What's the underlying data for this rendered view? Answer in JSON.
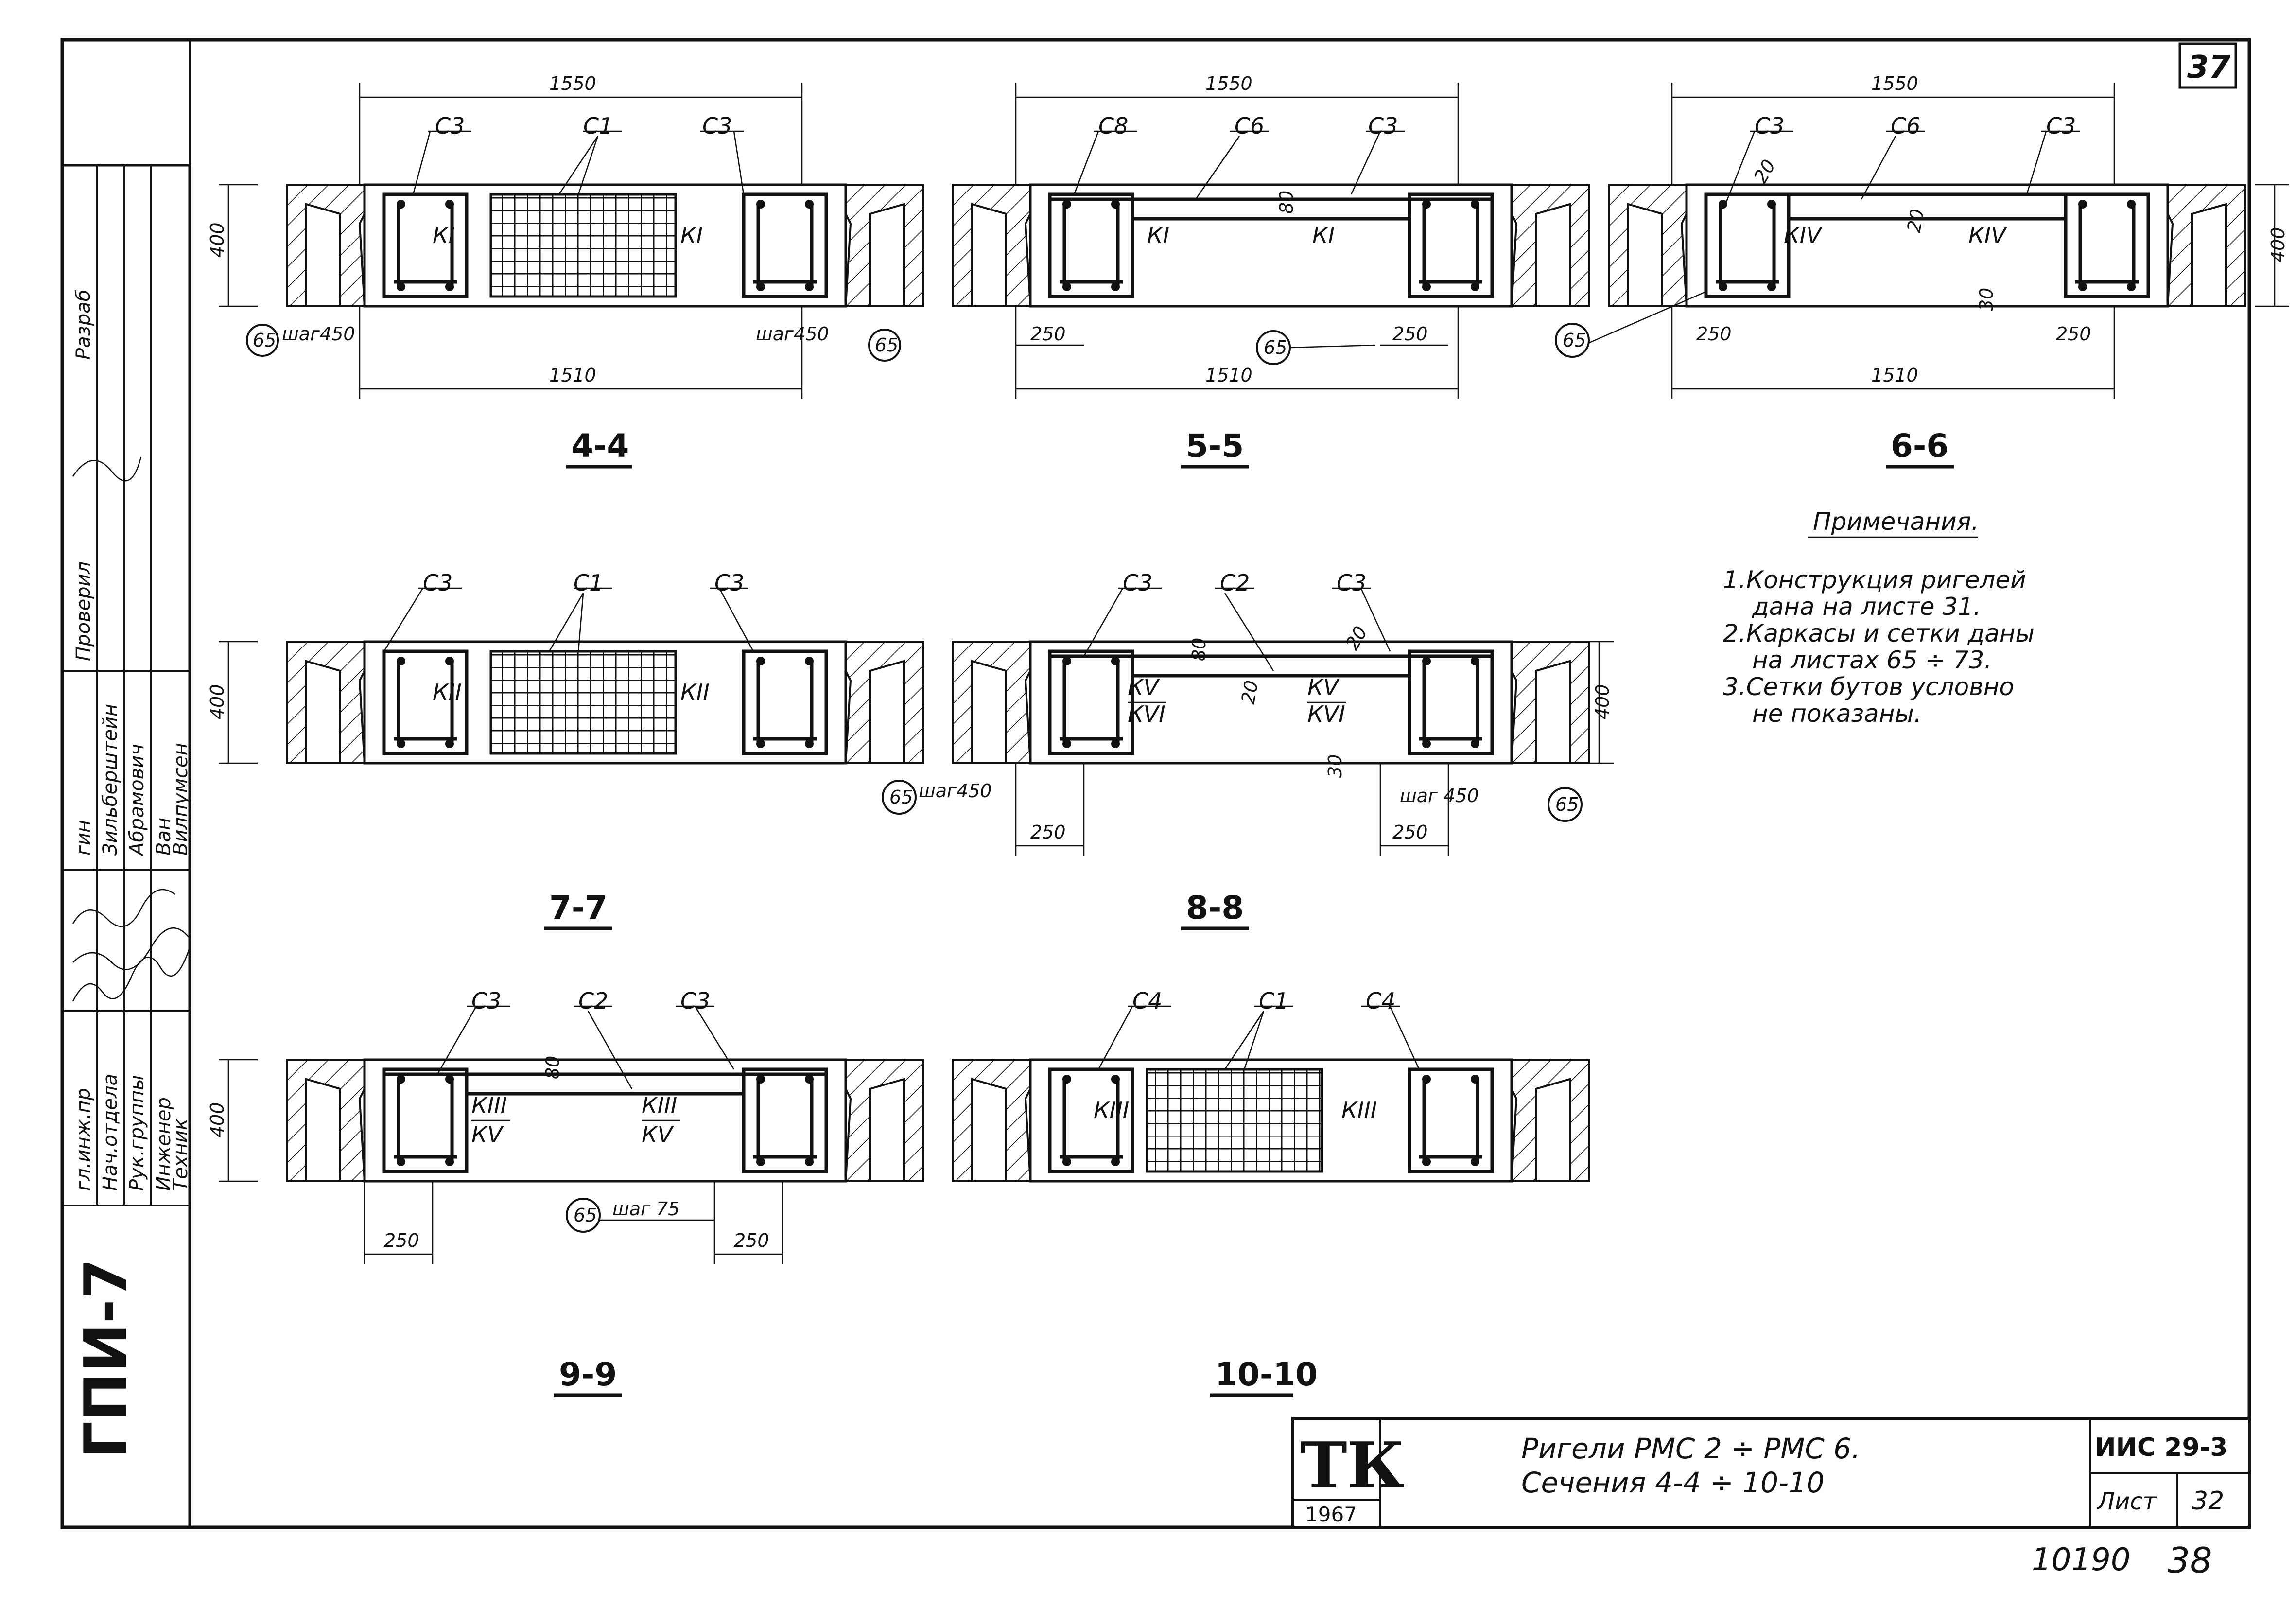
{
  "sheet_number": "37",
  "stamp": {
    "code": "ГПИ-7"
  },
  "side_table": {
    "roles": [
      "гл.инж.пр",
      "Нач.отдела",
      "Рук.группы",
      "Инженер",
      "Техник"
    ],
    "names": [
      "гин",
      "Зильберштейн",
      "Абрамович",
      "Ван",
      "Вилпумсен"
    ],
    "headers": [
      "Проверил",
      "Разраб"
    ]
  },
  "sections": [
    {
      "id": "4-4",
      "caption": "4-4",
      "top_dim": "1550",
      "bottom_dim": "1510",
      "height": "400",
      "labels": [
        "С3",
        "С1",
        "С3"
      ],
      "frames": [
        "КI",
        "КI"
      ],
      "mark": "65",
      "step_left": "шаг450",
      "step_right": "шаг450"
    },
    {
      "id": "5-5",
      "caption": "5-5",
      "top_dim": "1550",
      "bottom_dim": "1510",
      "side_left": "250",
      "side_right": "250",
      "labels": [
        "С8",
        "С6",
        "С3"
      ],
      "frames": [
        "КI",
        "КI"
      ],
      "mark": "65",
      "small": "80"
    },
    {
      "id": "6-6",
      "caption": "6-6",
      "top_dim": "1550",
      "bottom_dim": "1510",
      "height": "400",
      "side_left": "250",
      "side_right": "250",
      "labels": [
        "С3",
        "С6",
        "С3"
      ],
      "frames": [
        "КIV",
        "КIV"
      ],
      "mark": "65",
      "small": [
        "20",
        "20",
        "30"
      ]
    },
    {
      "id": "7-7",
      "caption": "7-7",
      "height": "400",
      "labels": [
        "С3",
        "С1",
        "С3"
      ],
      "frames": [
        "КII",
        "КII"
      ]
    },
    {
      "id": "8-8",
      "caption": "8-8",
      "height": "400",
      "side_left": "250",
      "side_right": "250",
      "labels": [
        "С3",
        "С2",
        "С3"
      ],
      "frames": [
        "КV",
        "КVI",
        "КV",
        "КVI"
      ],
      "mark": "65",
      "step_left": "шаг450",
      "step_right": "шаг 450",
      "small": [
        "80",
        "20",
        "20",
        "30"
      ]
    },
    {
      "id": "9-9",
      "caption": "9-9",
      "height": "400",
      "side_left": "250",
      "side_right": "250",
      "labels": [
        "С3",
        "С2",
        "С3"
      ],
      "frames": [
        "КIII",
        "КV",
        "КIII",
        "КV"
      ],
      "mark": "65",
      "step": "шаг 75",
      "small": "80"
    },
    {
      "id": "10-10",
      "caption": "10-10",
      "labels": [
        "С4",
        "С1",
        "С4"
      ],
      "frames": [
        "КIII",
        "КIII"
      ]
    }
  ],
  "notes": {
    "title": "Примечания.",
    "items": [
      "1.Конструкция ригелей",
      "дана на листе 31.",
      "2.Каркасы и сетки даны",
      "на листах 65 ÷ 73.",
      "3.Сетки бутов условно",
      "не показаны."
    ]
  },
  "title_block": {
    "logo": "ТК",
    "year": "1967",
    "title_line1": "Ригели РМС 2 ÷ РМС 6.",
    "title_line2": "Сечения 4-4 ÷ 10-10",
    "series": "ИИС 29-3",
    "sheet_label": "Лист",
    "sheet_value": "32"
  },
  "footer": {
    "number": "10190",
    "page": "38"
  }
}
